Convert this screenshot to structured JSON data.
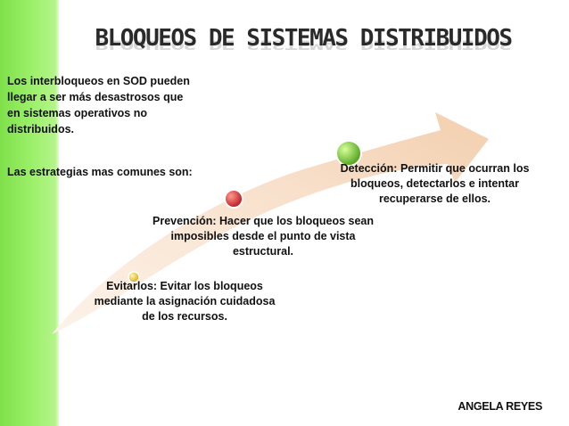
{
  "slide": {
    "title": "BLOQUEOS DE SISTEMAS DISTRIBUIDOS",
    "intro_lines": [
      "Los interbloqueos en SOD pueden",
      "llegar a ser más desastrosos que",
      "en sistemas operativos no",
      "distribuidos."
    ],
    "strategies_label": "Las estrategias mas comunes son:",
    "steps": [
      {
        "lines": [
          "Evitarlos: Evitar los bloqueos",
          "mediante la asignación cuidadosa",
          "de los recursos."
        ],
        "dot_color": "#e8c23a"
      },
      {
        "lines": [
          "Prevención: Hacer que los bloqueos sean",
          "imposibles desde el punto de vista",
          "estructural."
        ],
        "dot_color": "#d8242a"
      },
      {
        "lines": [
          "Detección: Permitir que ocurran los",
          "bloqueos, detectarlos e intentar",
          "recuperarse de ellos."
        ],
        "dot_color": "#6cc02a"
      }
    ],
    "author": "ANGELA REYES"
  },
  "colors": {
    "band_green": "#8ee85a",
    "arrow_peach": "#f6d9bf",
    "text": "#111111"
  }
}
